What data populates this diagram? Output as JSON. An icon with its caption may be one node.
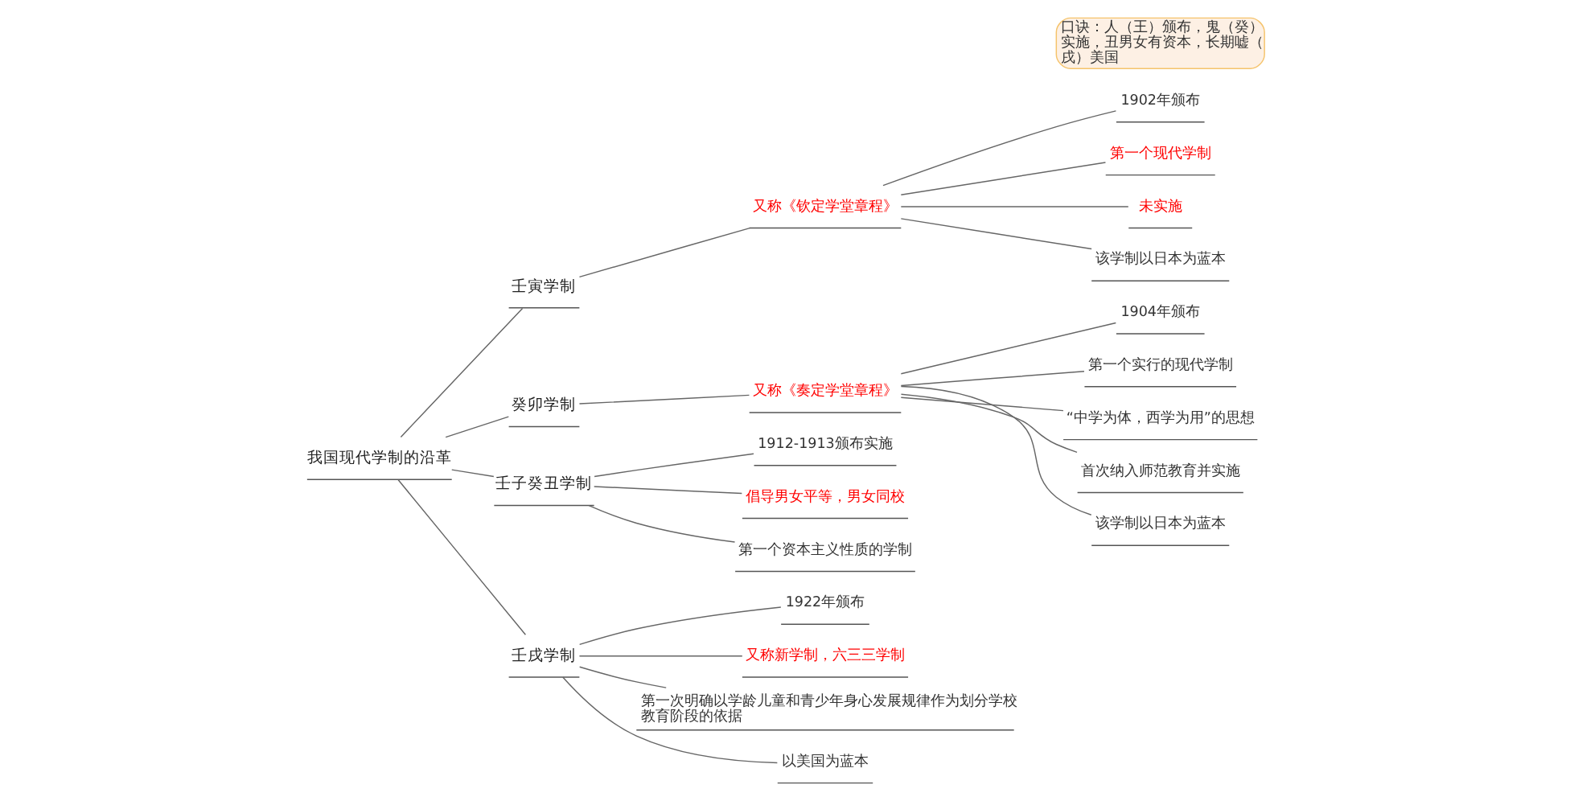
{
  "diagram": {
    "nodes": [
      {
        "text": [
          "我国现代学制的沿革"
        ]
      },
      {
        "text": [
          "壬寅学制"
        ]
      },
      {
        "text": [
          "又称《钦定学堂章程》"
        ]
      },
      {
        "text": [
          "1902年颁布"
        ]
      },
      {
        "text": [
          "第一个现代学制"
        ]
      },
      {
        "text": [
          "未实施"
        ]
      },
      {
        "text": [
          "该学制以日本为蓝本"
        ]
      },
      {
        "text": [
          "癸卯学制"
        ]
      },
      {
        "text": [
          "又称《奏定学堂章程》"
        ]
      },
      {
        "text": [
          "1904年颁布"
        ]
      },
      {
        "text": [
          "第一个实行的现代学制"
        ]
      },
      {
        "text": [
          "“中学为体，西学为用”的思想"
        ]
      },
      {
        "text": [
          "首次纳入师范教育并实施"
        ]
      },
      {
        "text": [
          "该学制以日本为蓝本"
        ]
      },
      {
        "text": [
          "壬子癸丑学制"
        ]
      },
      {
        "text": [
          "1912-1913颁布实施"
        ]
      },
      {
        "text": [
          "倡导男女平等，男女同校"
        ]
      },
      {
        "text": [
          "第一个资本主义性质的学制"
        ]
      },
      {
        "text": [
          "壬戌学制"
        ]
      },
      {
        "text": [
          "1922年颁布"
        ]
      },
      {
        "text": [
          "又称新学制，六三三学制"
        ]
      },
      {
        "text": [
          "第一次明确以学龄儿童和青少年身心发展规律作为划分学校教育阶段的依据"
        ]
      },
      {
        "text": [
          "以美国为蓝本"
        ]
      },
      {
        "text": [
          "口诀：人（王）颁布，鬼（癸）实施，丑男女有资本，长期嘘（戌）美国"
        ]
      }
    ],
    "edges": [
      {
        "from": 0,
        "to": 1,
        "arrow": "none"
      },
      {
        "from": 1,
        "to": 2,
        "arrow": "none"
      },
      {
        "from": 2,
        "to": 3,
        "arrow": "none"
      },
      {
        "from": 2,
        "to": 4,
        "arrow": "none"
      },
      {
        "from": 2,
        "to": 5,
        "arrow": "none"
      },
      {
        "from": 2,
        "to": 6,
        "arrow": "none"
      },
      {
        "from": 0,
        "to": 7,
        "arrow": "none"
      },
      {
        "from": 7,
        "to": 8,
        "arrow": "none"
      },
      {
        "from": 8,
        "to": 9,
        "arrow": "none"
      },
      {
        "from": 8,
        "to": 10,
        "arrow": "none"
      },
      {
        "from": 8,
        "to": 11,
        "arrow": "none"
      },
      {
        "from": 8,
        "to": 12,
        "arrow": "none"
      },
      {
        "from": 8,
        "to": 13,
        "arrow": "none"
      },
      {
        "from": 0,
        "to": 14,
        "arrow": "none"
      },
      {
        "from": 14,
        "to": 15,
        "arrow": "none"
      },
      {
        "from": 14,
        "to": 16,
        "arrow": "none"
      },
      {
        "from": 14,
        "to": 17,
        "arrow": "none"
      },
      {
        "from": 0,
        "to": 18,
        "arrow": "none"
      },
      {
        "from": 18,
        "to": 19,
        "arrow": "none"
      },
      {
        "from": 18,
        "to": 20,
        "arrow": "none"
      },
      {
        "from": 18,
        "to": 21,
        "arrow": "none"
      },
      {
        "from": 18,
        "to": 22,
        "arrow": "none"
      }
    ]
  }
}
